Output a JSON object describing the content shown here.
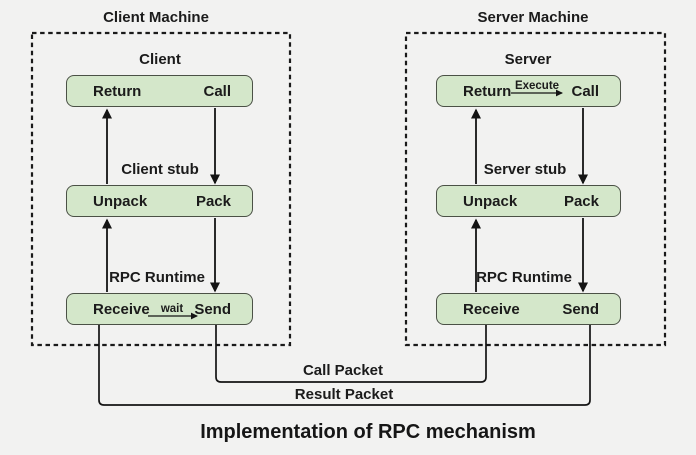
{
  "title": "Implementation of RPC mechanism",
  "machines": [
    {
      "label": "Client Machine",
      "layers": [
        {
          "caption": "Client",
          "left": "Return",
          "right": "Call"
        },
        {
          "caption": "Client stub",
          "left": "Unpack",
          "right": "Pack"
        },
        {
          "caption": "RPC Runtime",
          "left": "Receive",
          "right": "Send"
        }
      ],
      "inner_arrow": {
        "label": "wait",
        "from": "Receive",
        "to": "Send"
      }
    },
    {
      "label": "Server Machine",
      "layers": [
        {
          "caption": "Server",
          "left": "Return",
          "right": "Call"
        },
        {
          "caption": "Server stub",
          "left": "Unpack",
          "right": "Pack"
        },
        {
          "caption": "RPC Runtime",
          "left": "Receive",
          "right": "Send"
        }
      ],
      "inner_arrow": {
        "label": "Execute",
        "from": "Return",
        "to": "Call"
      }
    }
  ],
  "packets": {
    "call": "Call Packet",
    "result": "Result Packet"
  },
  "colors": {
    "background": "#f2f2f1",
    "box_fill": "#d4e7ca",
    "box_border": "#4b5146",
    "line": "#141414",
    "text": "#1b1b1b"
  }
}
